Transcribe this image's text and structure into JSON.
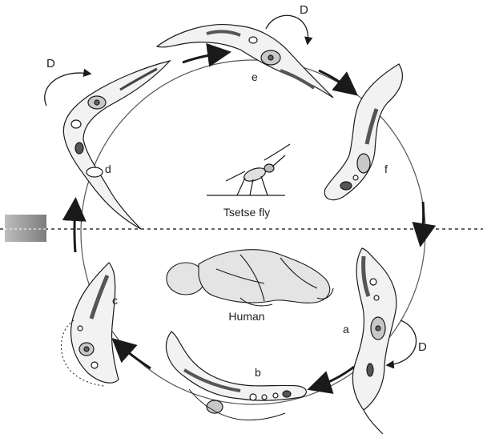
{
  "labels": {
    "host_top": "Tsetse fly",
    "host_bottom": "Human",
    "division_marker": "D",
    "stages": {
      "a": "a",
      "b": "b",
      "c": "c",
      "d": "d",
      "e": "e",
      "f": "f"
    }
  },
  "colors": {
    "ink": "#1a1a1a",
    "cell_fill": "#f2f2f2",
    "nucleus_fill": "#c8c8c8",
    "dark_organelle": "#555555",
    "side_tab": "#9a9a9a"
  }
}
